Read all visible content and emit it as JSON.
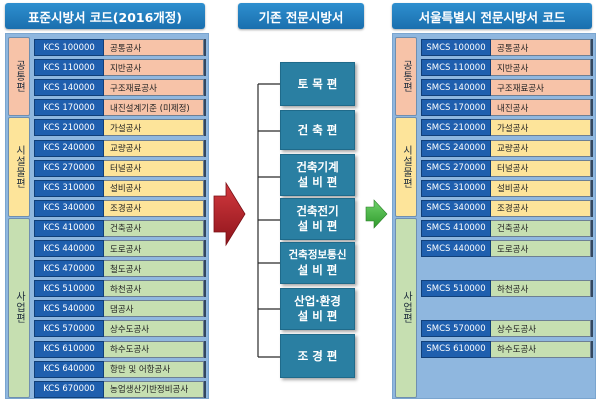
{
  "left": {
    "title": "표준시방서 코드(2016개정)",
    "groups": [
      {
        "label": "공통편",
        "color": "#f7c3a8",
        "rows": [
          {
            "code": "KCS 100000",
            "name": "공통공사"
          },
          {
            "code": "KCS 110000",
            "name": "지반공사"
          },
          {
            "code": "KCS 140000",
            "name": "구조재료공사"
          },
          {
            "code": "KCS 170000",
            "name": "내진설계기준 (미제정)"
          }
        ]
      },
      {
        "label": "시설물편",
        "color": "#fde49a",
        "rows": [
          {
            "code": "KCS 210000",
            "name": "가설공사"
          },
          {
            "code": "KCS 240000",
            "name": "교량공사"
          },
          {
            "code": "KCS 270000",
            "name": "터널공사"
          },
          {
            "code": "KCS 310000",
            "name": "설비공사"
          },
          {
            "code": "KCS 340000",
            "name": "조경공사"
          }
        ]
      },
      {
        "label": "사업편",
        "color": "#c6dfb1",
        "rows": [
          {
            "code": "KCS 410000",
            "name": "건축공사"
          },
          {
            "code": "KCS 440000",
            "name": "도로공사"
          },
          {
            "code": "KCS 470000",
            "name": "철도공사"
          },
          {
            "code": "KCS 510000",
            "name": "하천공사"
          },
          {
            "code": "KCS 540000",
            "name": "댐공사"
          },
          {
            "code": "KCS 570000",
            "name": "상수도공사"
          },
          {
            "code": "KCS 610000",
            "name": "하수도공사"
          },
          {
            "code": "KCS 640000",
            "name": "항만 및 어항공사"
          },
          {
            "code": "KCS 670000",
            "name": "농업생산기반정비공사"
          }
        ]
      }
    ]
  },
  "middle": {
    "title": "기존 전문시방서",
    "items": [
      {
        "line1": "토 목 편",
        "line2": ""
      },
      {
        "line1": "건 축 편",
        "line2": ""
      },
      {
        "line1": "건축기계",
        "line2": "설 비 편"
      },
      {
        "line1": "건축전기",
        "line2": "설 비 편"
      },
      {
        "line1": "건축정보통신",
        "line2": "설 비 편"
      },
      {
        "line1": "산업·환경",
        "line2": "설 비 편"
      },
      {
        "line1": "조 경 편",
        "line2": ""
      }
    ]
  },
  "right": {
    "title": "서울특별시 전문시방서 코드",
    "groups": [
      {
        "label": "공통편",
        "color": "#f7c3a8",
        "rows": [
          {
            "code": "SMCS 100000",
            "name": "공통공사"
          },
          {
            "code": "SMCS 110000",
            "name": "지반공사"
          },
          {
            "code": "SMCS 140000",
            "name": "구조재료공사"
          },
          {
            "code": "SMCS 170000",
            "name": "내진공사"
          }
        ]
      },
      {
        "label": "시설물편",
        "color": "#fde49a",
        "rows": [
          {
            "code": "SMCS 210000",
            "name": "가설공사"
          },
          {
            "code": "SMCS 240000",
            "name": "교량공사"
          },
          {
            "code": "SMCS 270000",
            "name": "터널공사"
          },
          {
            "code": "SMCS 310000",
            "name": "설비공사"
          },
          {
            "code": "SMCS 340000",
            "name": "조경공사"
          }
        ]
      },
      {
        "label": "사업편",
        "color": "#c6dfb1",
        "rows": [
          {
            "code": "SMCS 410000",
            "name": "건축공사"
          },
          {
            "code": "SMCS 440000",
            "name": "도로공사"
          },
          null,
          {
            "code": "SMCS 510000",
            "name": "하천공사"
          },
          null,
          {
            "code": "SMCS 570000",
            "name": "상수도공사"
          },
          {
            "code": "SMCS 610000",
            "name": "하수도공사"
          },
          null,
          null
        ]
      }
    ]
  },
  "colors": {
    "code_bg": "#1f5fae",
    "header": "#1a6fae",
    "panel": "#8fb7df",
    "mid_box": "#2a7fa2",
    "arrow_left": "#b3212a",
    "arrow_right": "#4cb84a"
  }
}
